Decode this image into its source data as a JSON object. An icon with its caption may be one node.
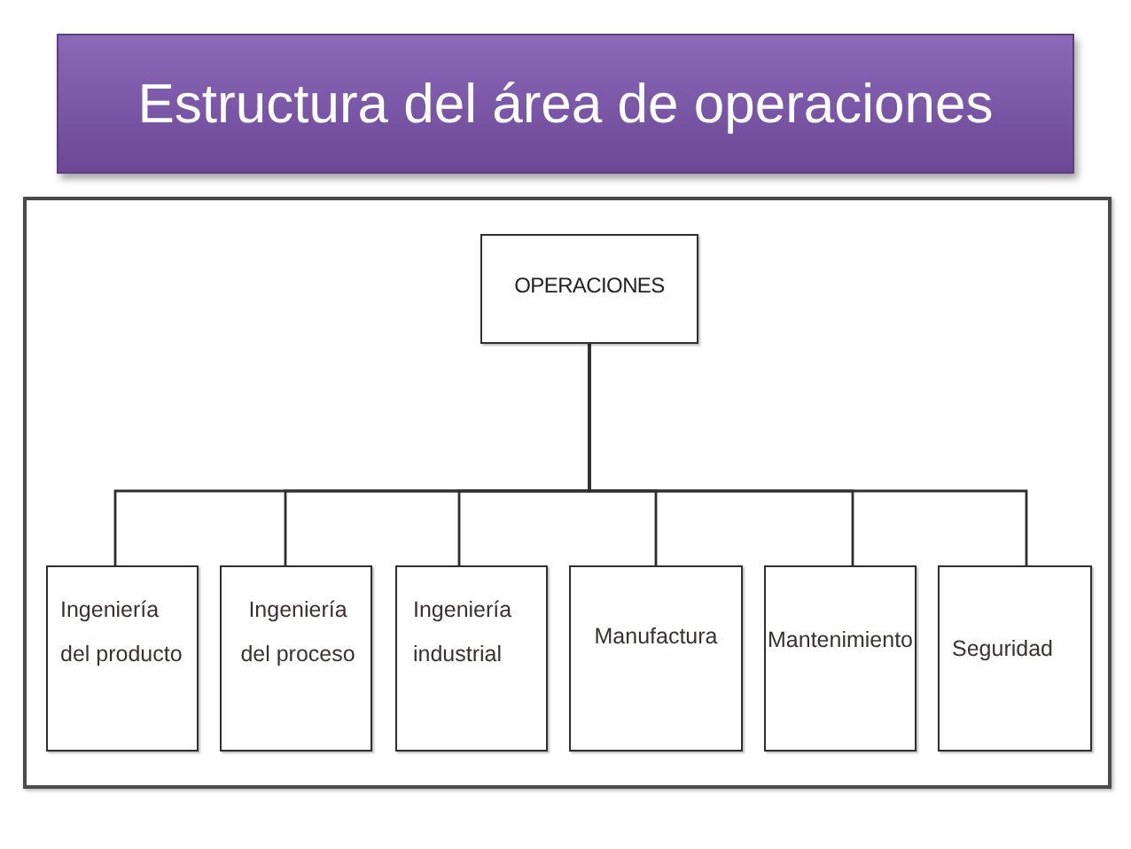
{
  "diagram": {
    "title": "Estructura del área de operaciones",
    "nodes": [
      {
        "text": [
          "OPERACIONES"
        ]
      },
      {
        "text": [
          "Ingeniería del producto"
        ]
      },
      {
        "text": [
          "Ingeniería del proceso"
        ]
      },
      {
        "text": [
          "Ingeniería industrial"
        ]
      },
      {
        "text": [
          "Manufactura"
        ]
      },
      {
        "text": [
          "Mantenimiento"
        ]
      },
      {
        "text": [
          "Seguridad"
        ]
      }
    ],
    "edges": [
      {
        "from": 0,
        "to": 1,
        "arrow": "none"
      },
      {
        "from": 0,
        "to": 2,
        "arrow": "none"
      },
      {
        "from": 0,
        "to": 3,
        "arrow": "none"
      },
      {
        "from": 0,
        "to": 4,
        "arrow": "none"
      },
      {
        "from": 0,
        "to": 5,
        "arrow": "none"
      },
      {
        "from": 0,
        "to": 6,
        "arrow": "none"
      }
    ]
  }
}
